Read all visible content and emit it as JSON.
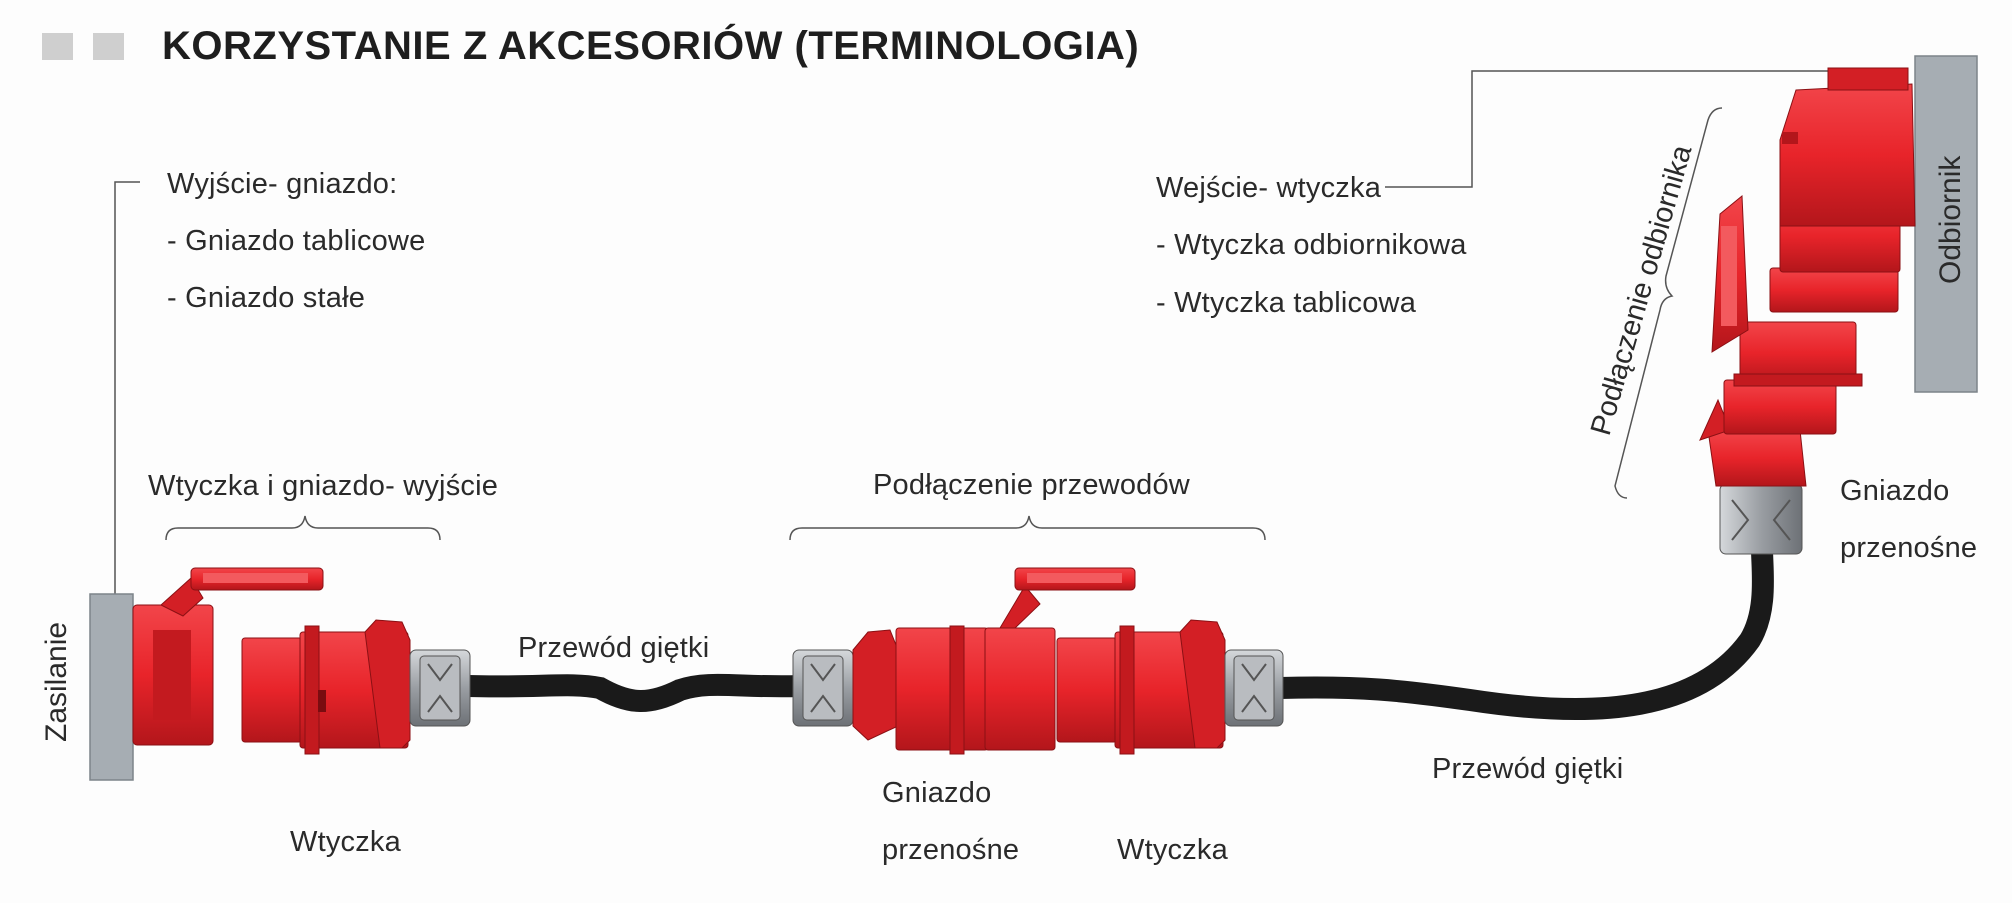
{
  "header": {
    "title": "KORZYSTANIE Z AKCESORIÓW (TERMINOLOGIA)"
  },
  "colors": {
    "plug_red": "#e8242a",
    "plug_dark_red": "#b3161b",
    "gland_grey": "#9a9ea3",
    "cable": "#1a1a1a",
    "panel": "#a6adb3"
  },
  "panels": {
    "supply": "Zasilanie",
    "receiver": "Odbiornik"
  },
  "output_group": {
    "heading": "Wyjście- gniazdo:",
    "items": [
      "- Gniazdo tablicowe",
      "- Gniazdo stałe"
    ]
  },
  "input_group": {
    "heading": "Wejście- wtyczka",
    "items": [
      "- Wtyczka odbiornikowa",
      "- Wtyczka tablicowa"
    ]
  },
  "braces": {
    "plug_socket_output": "Wtyczka i gniazdo- wyjście",
    "cable_connection": "Podłączenie przewodów",
    "receiver_connection": "Podłączenie odbiornika"
  },
  "labels": {
    "cable_1": "Przewód giętki",
    "cable_2": "Przewód giętki",
    "plug_1": "Wtyczka",
    "portable_socket_1_line1": "Gniazdo",
    "portable_socket_1_line2": "przenośne",
    "plug_2": "Wtyczka",
    "portable_socket_2_line1": "Gniazdo",
    "portable_socket_2_line2": "przenośne"
  }
}
